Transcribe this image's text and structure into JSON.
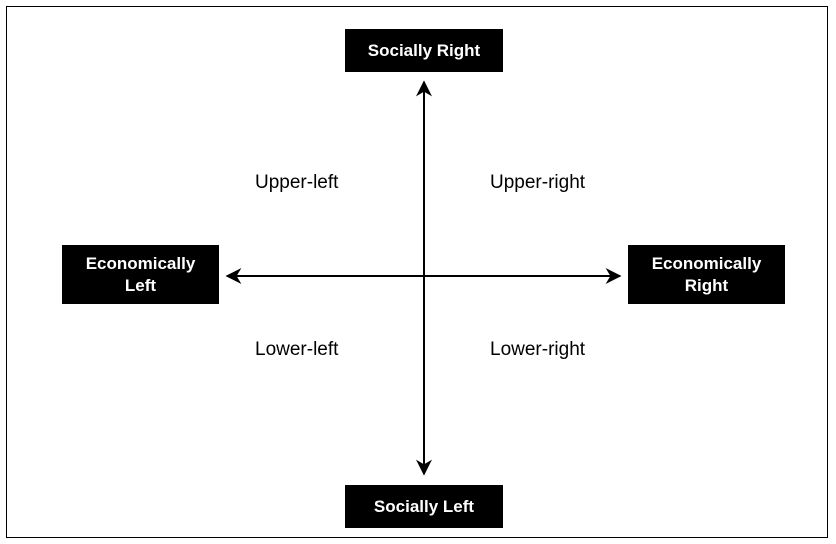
{
  "poles": {
    "top": "Socially Right",
    "bottom": "Socially Left",
    "left": "Economically Left",
    "right": "Economically Right"
  },
  "quadrants": {
    "upper_left": "Upper-left",
    "upper_right": "Upper-right",
    "lower_left": "Lower-left",
    "lower_right": "Lower-right"
  },
  "colors": {
    "label_bg": "#000000",
    "label_text": "#ffffff",
    "axis": "#000000"
  }
}
